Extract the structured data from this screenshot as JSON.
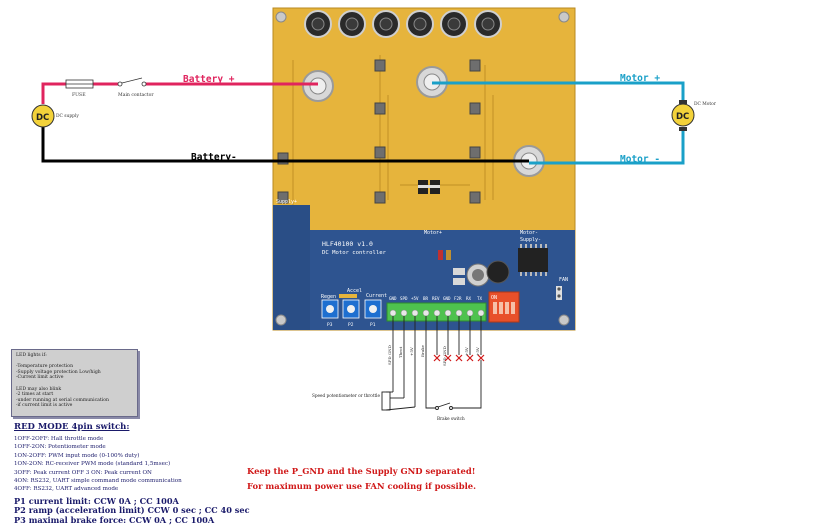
{
  "wires": {
    "battery_plus": "Battery +",
    "battery_minus": "Battery-",
    "motor_plus": "Motor +",
    "motor_minus": "Motor -"
  },
  "components": {
    "fuse": "FUSE",
    "main_contactor": "Main contactor",
    "dc_supply_symbol": "DC",
    "dc_supply_label": "DC supply",
    "dc_motor_symbol": "DC",
    "dc_motor_label": "DC Motor",
    "potentiometer": "Speed potentiometer or throttle",
    "brake_switch": "Brake switch"
  },
  "board": {
    "supply_label": "Supply+",
    "model": "HLF40100 v1.0",
    "subtitle": "DC Motor controller",
    "motor_plus": "Motor+",
    "motor_minus": "Motor-",
    "supply_minus": "Supply-",
    "fan": "FAN",
    "regen": "Regen",
    "accel": "Accel",
    "current": "Current",
    "pot_labels": [
      "P3",
      "P2",
      "P1"
    ],
    "dip_on": "ON",
    "terminal_labels": [
      "GND",
      "SPD",
      "+5V",
      "BR",
      "REV",
      "GND",
      "F2R",
      "RX",
      "TX"
    ]
  },
  "terminal_wires": [
    "SPD GND",
    "Throt",
    "+5V",
    "Brake",
    "SPD GND",
    "+5V",
    "+5V"
  ],
  "led_box": {
    "lines": [
      "LED lights if:",
      "",
      "-Temperature protection",
      "-Supply voltage protection Low/high",
      "-Current limit active",
      "",
      "LED may also blink",
      "-2 times at start",
      "-under running at serial communication",
      "-if current limit is active"
    ]
  },
  "modes": {
    "title": "RED MODE 4pin switch:",
    "lines": [
      "1OFF-2OFF: Hall throttle mode",
      "1OFF-2ON: Potentiometer mode",
      "1ON-2OFF: PWM input mode (0-100% duty)",
      "1ON-2ON: RC-receiver PWM mode (standard 1,5msec)",
      "3OFF: Peak current OFF 3 ON: Peak current ON",
      "4ON: RS232, UART simple command mode communication",
      "4OFF: RS232, UART advanced mode"
    ]
  },
  "pots": [
    "P1 current limit: CCW 0A ; CC 100A",
    "P2 ramp (acceleration limit) CCW 0 sec ; CC 40 sec",
    "P3 maximal brake force: CCW 0A ; CC 100A"
  ],
  "warnings": [
    "Keep the P_GND and the Supply GND separated!",
    "For maximum power use FAN cooling if possible."
  ],
  "colors": {
    "battery_plus_wire": "#e0245e",
    "motor_wire": "#1aa0c8",
    "negative_wire": "#000000",
    "pcb_gold": "#e6b43c",
    "pcb_blue": "#2a4e86",
    "terminal_green": "#4ec24e",
    "dip_red": "#e8502a",
    "warning": "#d01818",
    "mode_text": "#1a1a6a"
  }
}
